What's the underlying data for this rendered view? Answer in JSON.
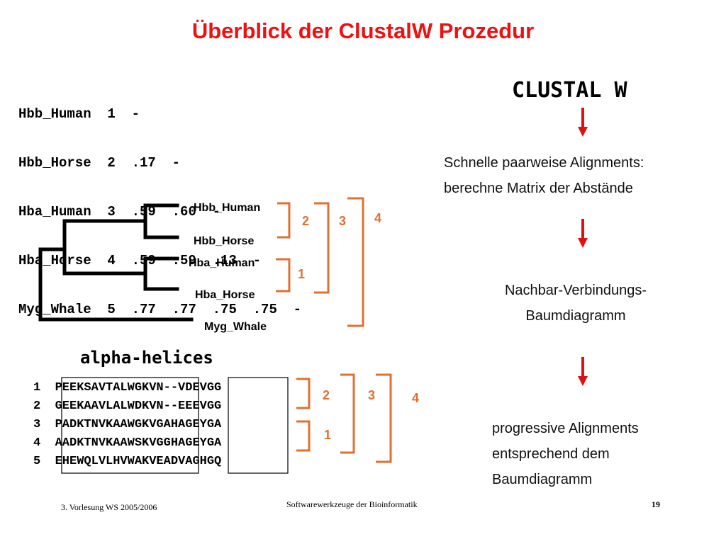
{
  "title": "Überblick der ClustalW Prozedur",
  "distance_matrix": [
    "Hbb_Human  1  -",
    "Hbb_Horse  2  .17  -",
    "Hba_Human  3  .59  .60  -",
    "Hba_Horse  4  .59  .59  .13  -",
    "Myg_Whale  5  .77  .77  .75  .75  -"
  ],
  "tree": {
    "leaves": [
      "Hbb_Human",
      "Hbb_Horse",
      "Hba_Human",
      "Hba_Horse",
      "Myg_Whale"
    ],
    "order_labels": [
      "2",
      "3",
      "4",
      "1"
    ]
  },
  "alignment": {
    "label": "alpha-helices",
    "row_numbers": [
      "1",
      "2",
      "3",
      "4",
      "5"
    ],
    "sequences": [
      "PEEKSAVTALWGKVN--VDEVGG",
      "GEEKAAVLALWDKVN--EEEVGG",
      "PADKTNVKAAWGKVGAHAGEYGA",
      "AADKTNVKAAWSKVGGHAGEYGA",
      "EHEWQLVLHVWAKVEADVAGHGQ"
    ],
    "order_labels": [
      "2",
      "3",
      "4",
      "1"
    ]
  },
  "workflow": {
    "header": "CLUSTAL W",
    "step1_line1": "Schnelle paarweise Alignments:",
    "step1_line2": "berechne Matrix der Abstände",
    "step2_line1": "Nachbar-Verbindungs-",
    "step2_line2": "Baumdiagramm",
    "step3_line1": "progressive Alignments",
    "step3_line2": "entsprechend dem",
    "step3_line3": "Baumdiagramm"
  },
  "footer": {
    "left": "3. Vorlesung WS 2005/2006",
    "center": "Softwarewerkzeuge der Bioinformatik",
    "page": "19"
  },
  "colors": {
    "title_red": "#ee1111",
    "arrow_red": "#dd1111",
    "bracket_orange": "#e07030"
  }
}
